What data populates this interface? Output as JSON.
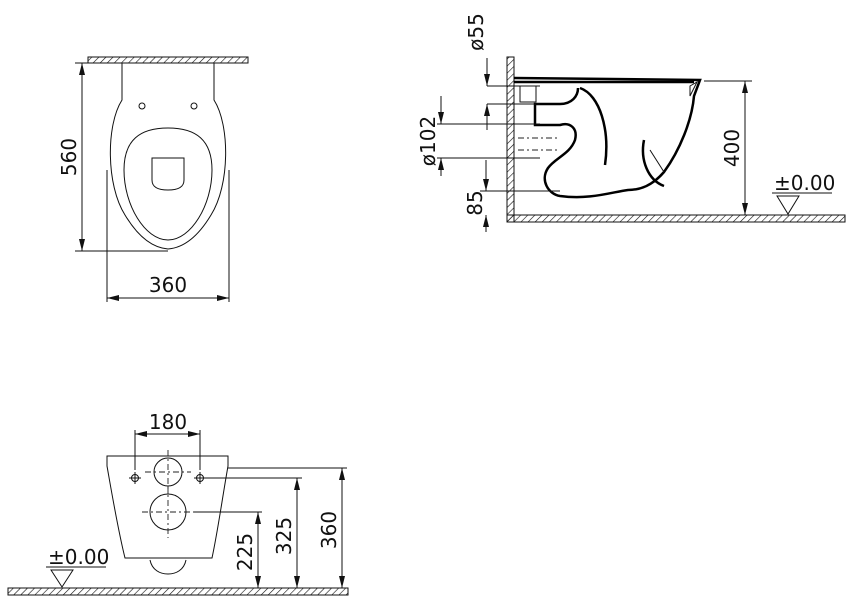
{
  "top_view": {
    "depth": "560",
    "width": "360"
  },
  "side_view": {
    "pipe_diameter": "ø55",
    "outlet_diameter": "ø102",
    "outlet_height": "85",
    "rim_height": "400",
    "floor_level": "±0.00"
  },
  "front_view": {
    "bolt_spacing": "180",
    "lower_height": "225",
    "bolt_height": "325",
    "total_height": "360",
    "floor_level": "±0.00"
  }
}
